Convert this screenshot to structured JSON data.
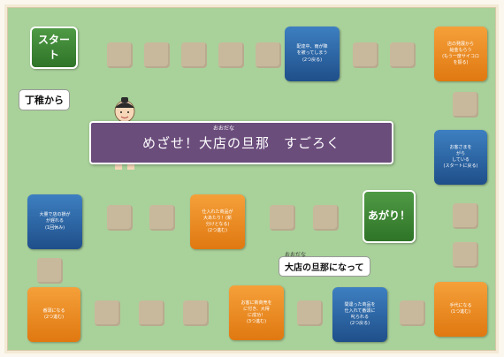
{
  "board": {
    "start_label": "スタート",
    "start_note": "丁稚から",
    "goal_label": "あがり！",
    "goal_note": "大店の旦那になって",
    "goal_note_ruby": "おおだな",
    "title": "めざせ！大店の旦那　すごろく",
    "title_ruby": "おおだな"
  },
  "squares": {
    "top_blue": "配達中、雨が降\nを被ってしまう\n(2つ戻る)",
    "top_right_orange": "店の発展から\n給金もらう\n(もう一度サイコロ\nを振る)",
    "right_blue": "お客さまを\nがら\nしている\n(スタートに戻る)",
    "left_blue": "大量で店の損が\nが遅れる\n(1回休み)",
    "mid_orange": "仕入れた商品が\n大あたり！(新\n分けとなる)\n(2つ進む)",
    "bottom_left_orange": "番頭になる\n(2つ進む)",
    "bottom_mid_orange": "お客に新商売を\nに付き、大得\nに成功！\n(3つ進む)",
    "bottom_blue": "間違った商品を\n仕入れて番頭に\n叱られる\n(2つ戻る)",
    "bottom_right_orange": "手代になる\n(1つ進む)"
  }
}
